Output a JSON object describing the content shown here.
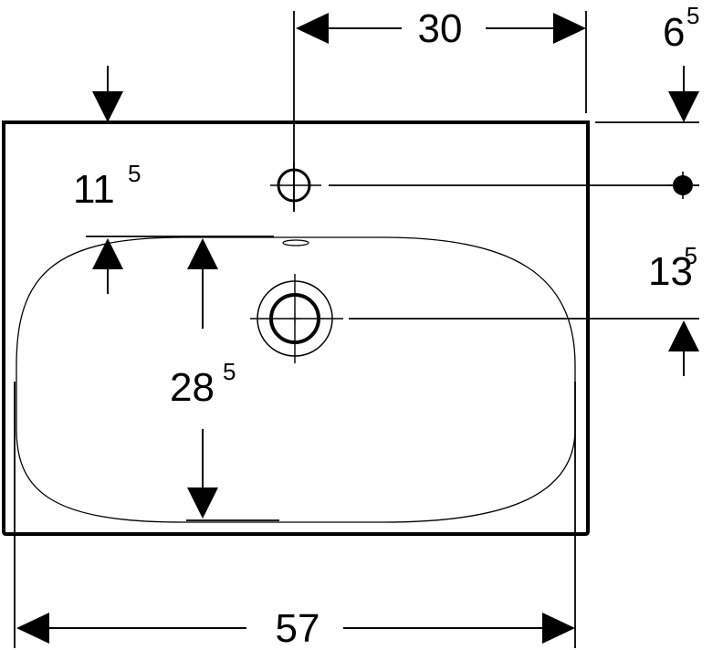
{
  "dimensions": {
    "top_width": {
      "main": "30",
      "sup": ""
    },
    "right_offset": {
      "main": "6",
      "sup": "5"
    },
    "left_depth": {
      "main": "11",
      "sup": "5"
    },
    "right_drain": {
      "main": "13",
      "sup": "5"
    },
    "bowl_depth": {
      "main": "28",
      "sup": "5"
    },
    "overall_width": {
      "main": "57",
      "sup": ""
    }
  }
}
